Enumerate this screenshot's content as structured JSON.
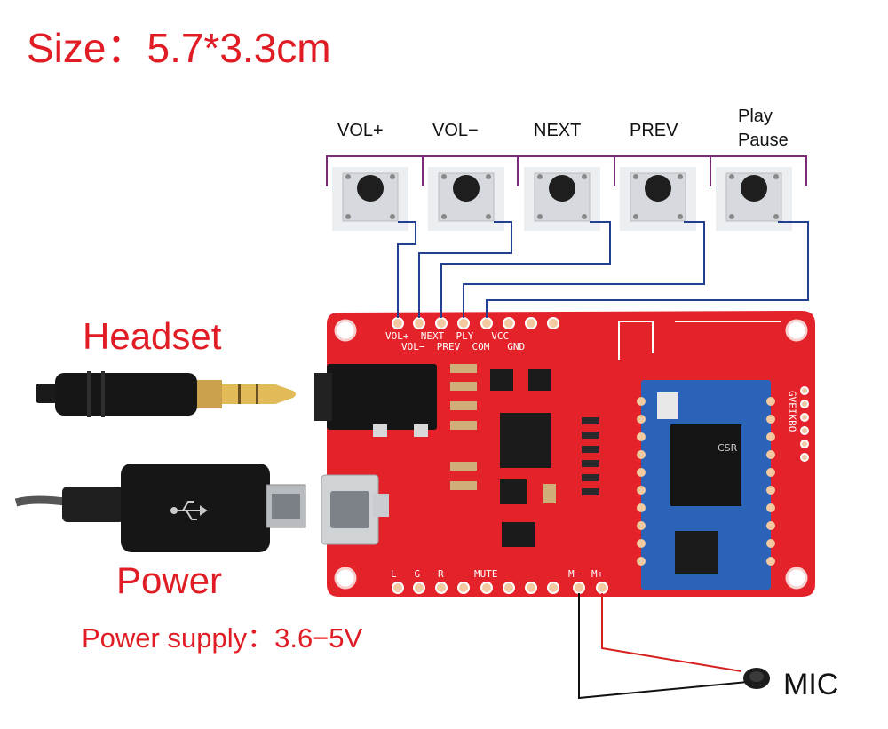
{
  "title": "Size：5.7*3.3cm",
  "buttons": [
    {
      "label": "VOL+"
    },
    {
      "label": "VOL−"
    },
    {
      "label": "NEXT"
    },
    {
      "label": "PREV"
    },
    {
      "label_line1": "Play",
      "label_line2": "Pause"
    }
  ],
  "headset_label": "Headset",
  "power_label": "Power",
  "power_supply": "Power supply：3.6−5V",
  "mic_label": "MIC",
  "silkscreen": {
    "top_row_1": "VOL+  NEXT  PLY   VCC",
    "top_row_2": "VOL−  PREV  COM   GND",
    "side_letters": "GVEIKBO",
    "bottom_left": "L   G   R",
    "mute": "MUTE",
    "m_minus": "M−",
    "m_plus": "M+",
    "module_brand": "CSR"
  },
  "colors": {
    "label_red": "#e01c24",
    "pcb_red": "#e4222a",
    "module_blue": "#2a63b8",
    "wire_purple": "#7b2a7b",
    "wire_blue": "#233f8f"
  }
}
